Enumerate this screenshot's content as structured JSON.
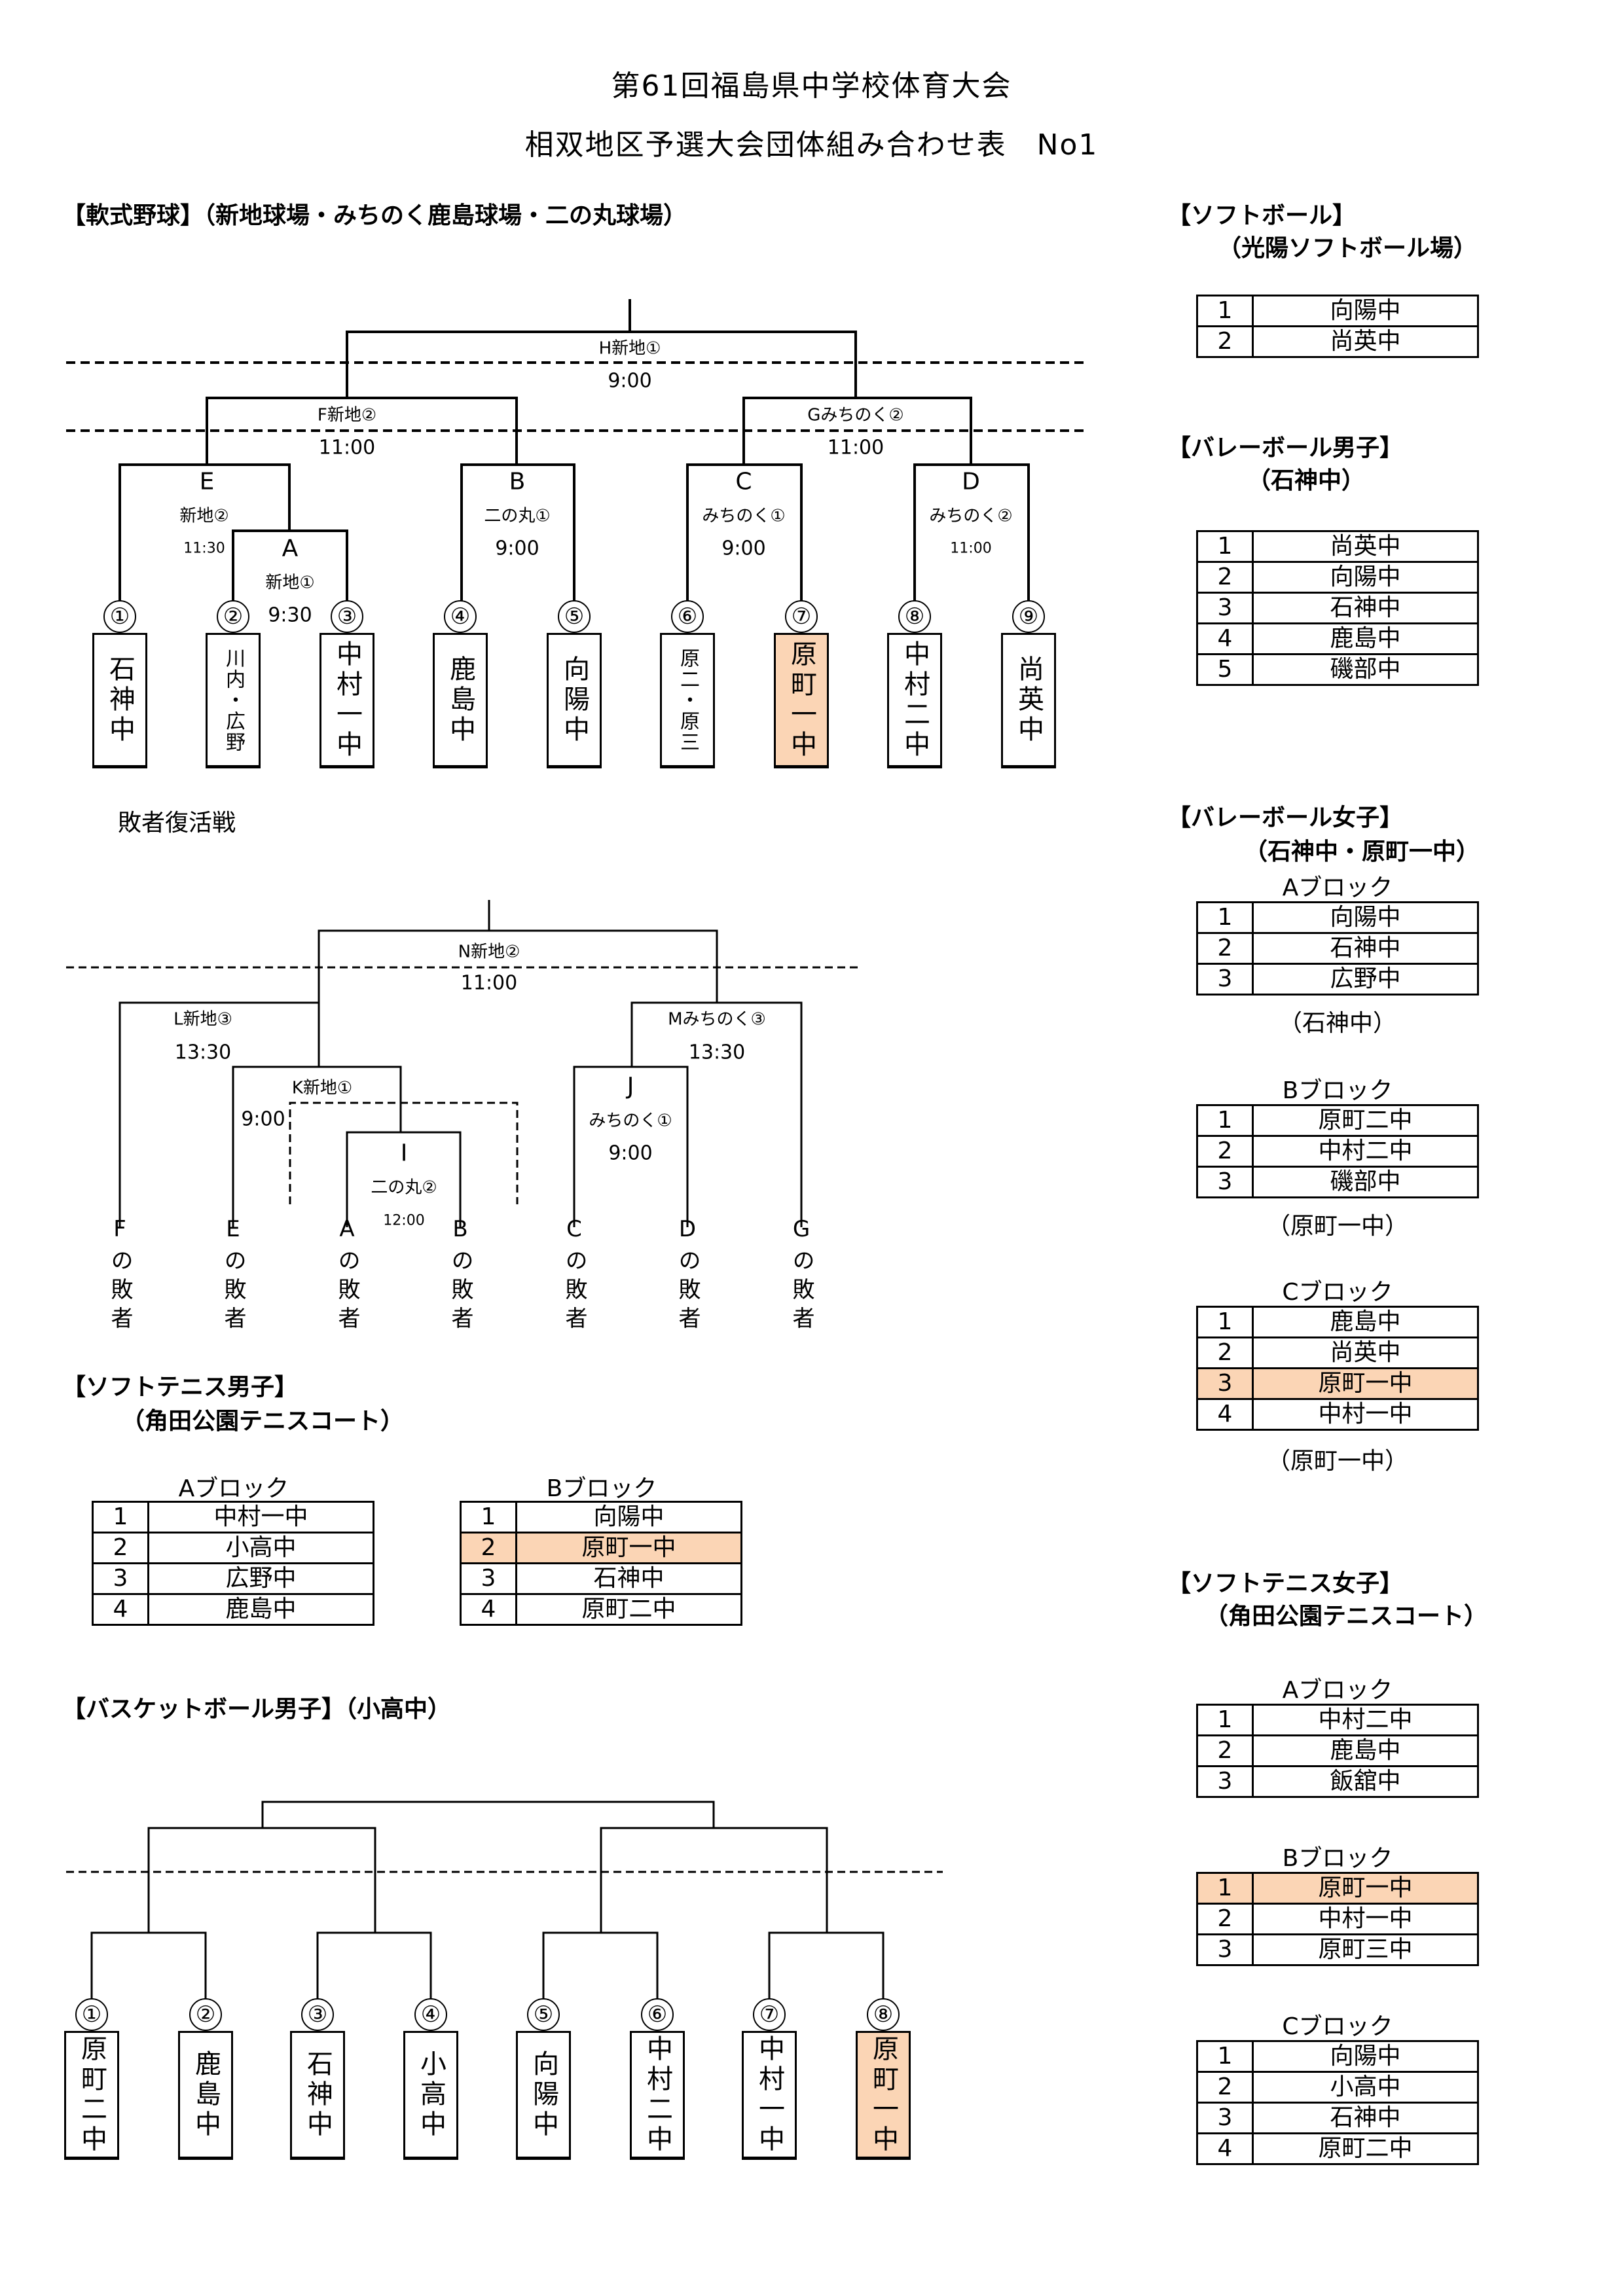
{
  "title": {
    "line1": "第61回福島県中学校体育大会",
    "line2": "相双地区予選大会団体組み合わせ表　No1"
  },
  "baseball": {
    "heading": "【軟式野球】（新地球場・みちのく鹿島球場・二の丸球場）",
    "matches": {
      "H": {
        "label": "H新地①",
        "time": "9:00"
      },
      "F": {
        "label": "F新地②",
        "time": "11:00"
      },
      "G": {
        "label": "Gみちのく②",
        "time": "11:00"
      },
      "E": {
        "letter": "E",
        "venue": "新地②",
        "time": "11:30"
      },
      "A": {
        "letter": "A",
        "venue": "新地①",
        "time": "9:30"
      },
      "B": {
        "letter": "B",
        "venue": "二の丸①",
        "time": "9:00"
      },
      "C": {
        "letter": "C",
        "venue": "みちのく①",
        "time": "9:00"
      },
      "D": {
        "letter": "D",
        "venue": "みちのく②",
        "time": "11:00"
      }
    },
    "teams": [
      {
        "seed": "①",
        "name": "石神中",
        "highlight": false
      },
      {
        "seed": "②",
        "name": "川内・広野",
        "highlight": false
      },
      {
        "seed": "③",
        "name": "中村一中",
        "highlight": false
      },
      {
        "seed": "④",
        "name": "鹿島中",
        "highlight": false
      },
      {
        "seed": "⑤",
        "name": "向陽中",
        "highlight": false
      },
      {
        "seed": "⑥",
        "name": "原二・原三",
        "highlight": false
      },
      {
        "seed": "⑦",
        "name": "原町一中",
        "highlight": true
      },
      {
        "seed": "⑧",
        "name": "中村二中",
        "highlight": false
      },
      {
        "seed": "⑨",
        "name": "尚英中",
        "highlight": false
      }
    ],
    "consolation": {
      "heading": "敗者復活戦",
      "matches": {
        "N": {
          "label": "N新地②",
          "time": "11:00"
        },
        "L": {
          "label": "L新地③",
          "time": "13:30"
        },
        "M": {
          "label": "Mみちのく③",
          "time": "13:30"
        },
        "K": {
          "label": "K新地①",
          "time": "9:00"
        },
        "I": {
          "letter": "I",
          "venue": "二の丸②",
          "time": "12:00"
        },
        "J": {
          "letter": "J",
          "venue": "みちのく①",
          "time": "9:00"
        }
      },
      "slots": [
        "Fの敗者",
        "Eの敗者",
        "Aの敗者",
        "Bの敗者",
        "Cの敗者",
        "Dの敗者",
        "Gの敗者"
      ]
    }
  },
  "softtennis_boys": {
    "heading": "【ソフトテニス男子】",
    "venue": "（角田公園テニスコート）",
    "blocks": [
      {
        "label": "Aブロック",
        "rows": [
          {
            "no": "1",
            "team": "中村一中",
            "highlight": false
          },
          {
            "no": "2",
            "team": "小高中",
            "highlight": false
          },
          {
            "no": "3",
            "team": "広野中",
            "highlight": false
          },
          {
            "no": "4",
            "team": "鹿島中",
            "highlight": false
          }
        ]
      },
      {
        "label": "Bブロック",
        "rows": [
          {
            "no": "1",
            "team": "向陽中",
            "highlight": false
          },
          {
            "no": "2",
            "team": "原町一中",
            "highlight": true
          },
          {
            "no": "3",
            "team": "石神中",
            "highlight": false
          },
          {
            "no": "4",
            "team": "原町二中",
            "highlight": false
          }
        ]
      }
    ]
  },
  "basketball_boys": {
    "heading": "【バスケットボール男子】（小高中）",
    "teams": [
      {
        "seed": "①",
        "name": "原町二中",
        "highlight": false
      },
      {
        "seed": "②",
        "name": "鹿島中",
        "highlight": false
      },
      {
        "seed": "③",
        "name": "石神中",
        "highlight": false
      },
      {
        "seed": "④",
        "name": "小高中",
        "highlight": false
      },
      {
        "seed": "⑤",
        "name": "向陽中",
        "highlight": false
      },
      {
        "seed": "⑥",
        "name": "中村二中",
        "highlight": false
      },
      {
        "seed": "⑦",
        "name": "中村一中",
        "highlight": false
      },
      {
        "seed": "⑧",
        "name": "原町一中",
        "highlight": true
      }
    ]
  },
  "softball": {
    "heading": "【ソフトボール】",
    "venue": "（光陽ソフトボール場）",
    "rows": [
      {
        "no": "1",
        "team": "向陽中",
        "highlight": false
      },
      {
        "no": "2",
        "team": "尚英中",
        "highlight": false
      }
    ]
  },
  "volleyball_boys": {
    "heading": "【バレーボール男子】",
    "venue": "（石神中）",
    "rows": [
      {
        "no": "1",
        "team": "尚英中",
        "highlight": false
      },
      {
        "no": "2",
        "team": "向陽中",
        "highlight": false
      },
      {
        "no": "3",
        "team": "石神中",
        "highlight": false
      },
      {
        "no": "4",
        "team": "鹿島中",
        "highlight": false
      },
      {
        "no": "5",
        "team": "磯部中",
        "highlight": false
      }
    ]
  },
  "volleyball_girls": {
    "heading": "【バレーボール女子】",
    "venue": "（石神中・原町一中）",
    "blocks": [
      {
        "label": "Aブロック",
        "host": "（石神中）",
        "rows": [
          {
            "no": "1",
            "team": "向陽中",
            "highlight": false
          },
          {
            "no": "2",
            "team": "石神中",
            "highlight": false
          },
          {
            "no": "3",
            "team": "広野中",
            "highlight": false
          }
        ]
      },
      {
        "label": "Bブロック",
        "host": "（原町一中）",
        "rows": [
          {
            "no": "1",
            "team": "原町二中",
            "highlight": false
          },
          {
            "no": "2",
            "team": "中村二中",
            "highlight": false
          },
          {
            "no": "3",
            "team": "磯部中",
            "highlight": false
          }
        ]
      },
      {
        "label": "Cブロック",
        "host": "（原町一中）",
        "rows": [
          {
            "no": "1",
            "team": "鹿島中",
            "highlight": false
          },
          {
            "no": "2",
            "team": "尚英中",
            "highlight": false
          },
          {
            "no": "3",
            "team": "原町一中",
            "highlight": true
          },
          {
            "no": "4",
            "team": "中村一中",
            "highlight": false
          }
        ]
      }
    ]
  },
  "softtennis_girls": {
    "heading": "【ソフトテニス女子】",
    "venue": "（角田公園テニスコート）",
    "blocks": [
      {
        "label": "Aブロック",
        "rows": [
          {
            "no": "1",
            "team": "中村二中",
            "highlight": false
          },
          {
            "no": "2",
            "team": "鹿島中",
            "highlight": false
          },
          {
            "no": "3",
            "team": "飯舘中",
            "highlight": false
          }
        ]
      },
      {
        "label": "Bブロック",
        "rows": [
          {
            "no": "1",
            "team": "原町一中",
            "highlight": true
          },
          {
            "no": "2",
            "team": "中村一中",
            "highlight": false
          },
          {
            "no": "3",
            "team": "原町三中",
            "highlight": false
          }
        ]
      },
      {
        "label": "Cブロック",
        "rows": [
          {
            "no": "1",
            "team": "向陽中",
            "highlight": false
          },
          {
            "no": "2",
            "team": "小高中",
            "highlight": false
          },
          {
            "no": "3",
            "team": "石神中",
            "highlight": false
          },
          {
            "no": "4",
            "team": "原町二中",
            "highlight": false
          }
        ]
      }
    ]
  },
  "colors": {
    "highlight": "#fbd5b5",
    "line": "#000000"
  }
}
